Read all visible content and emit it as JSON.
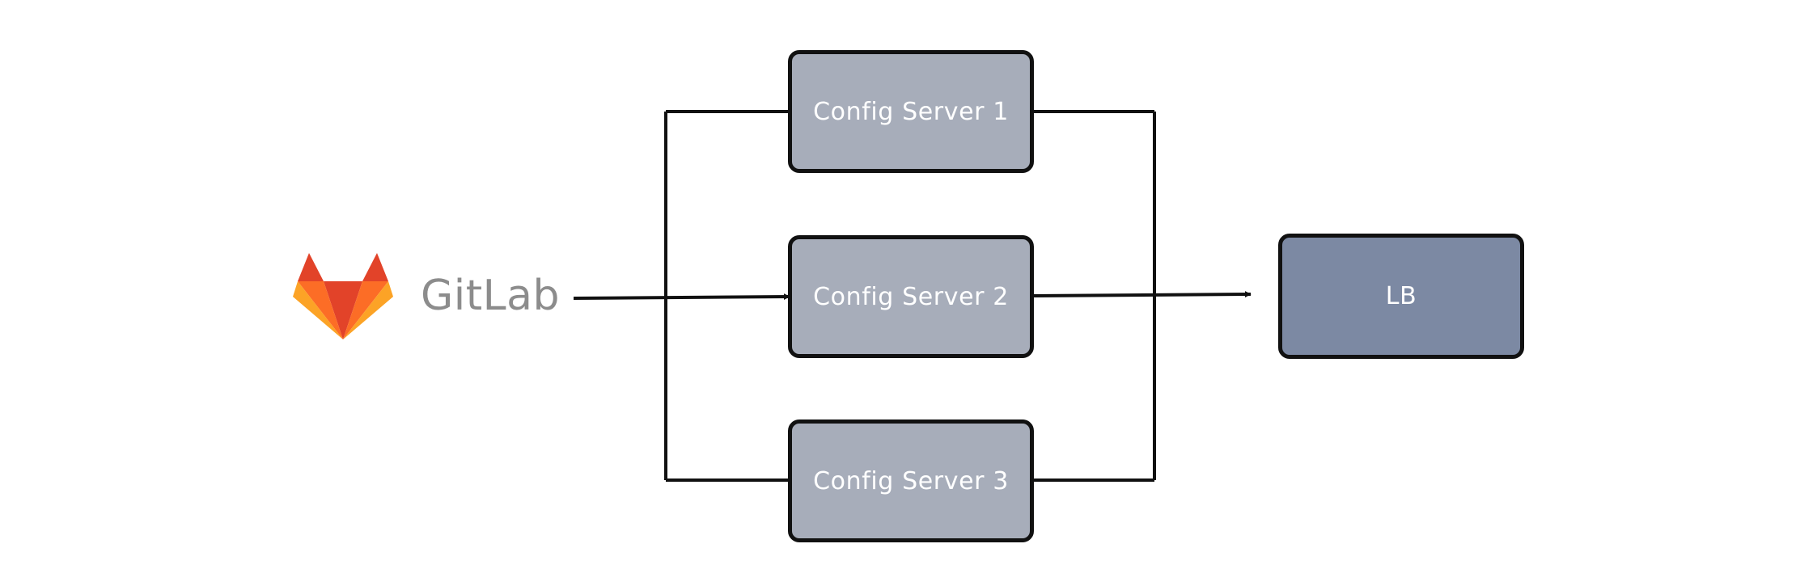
{
  "source": {
    "icon": "gitlab-fox-icon",
    "label": "GitLab"
  },
  "servers": [
    {
      "label": "Config Server 1"
    },
    {
      "label": "Config Server 2"
    },
    {
      "label": "Config Server 3"
    }
  ],
  "load_balancer": {
    "label": "LB"
  },
  "colors": {
    "config_fill": "#a7adba",
    "lb_fill": "#7c89a3",
    "border": "#111111",
    "node_text": "#ffffff",
    "brand_text": "#8c8c8c",
    "fox_dark": "#e24329",
    "fox_mid": "#fc6d26",
    "fox_light": "#fca326"
  }
}
